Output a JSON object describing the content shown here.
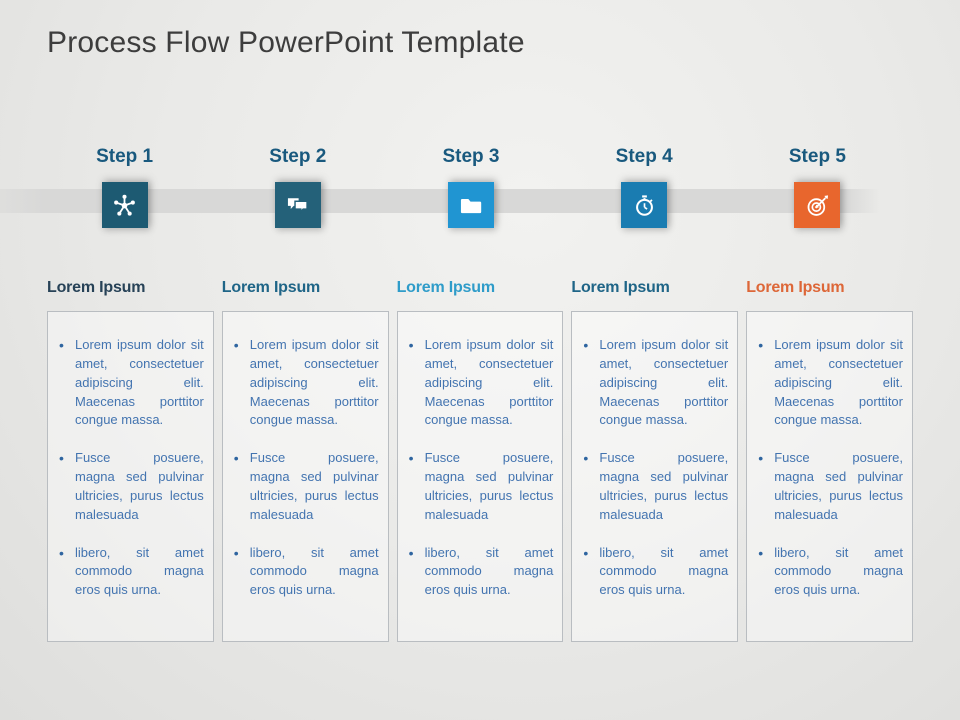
{
  "title": "Process Flow PowerPoint Template",
  "steps": [
    {
      "label": "Step 1",
      "icon": "network-hub-icon",
      "box_color": "#1d5a72"
    },
    {
      "label": "Step 2",
      "icon": "chat-bubbles-icon",
      "box_color": "#246179"
    },
    {
      "label": "Step 3",
      "icon": "folder-icon",
      "box_color": "#2095d2"
    },
    {
      "label": "Step 4",
      "icon": "stopwatch-icon",
      "box_color": "#1a7cb1"
    },
    {
      "label": "Step 5",
      "icon": "target-arrow-icon",
      "box_color": "#e8662d"
    }
  ],
  "step_label_color": "#19597e",
  "timeline_band_color": "#d8d8d7",
  "body_text_color": "#4374b0",
  "columns": [
    {
      "heading": "Lorem Ipsum",
      "heading_color": "#274257",
      "bullets": [
        "Lorem ipsum dolor sit amet, consectetuer adipiscing elit. Maecenas porttitor congue massa.",
        "Fusce posuere, magna sed pulvinar ultricies, purus lectus malesuada",
        "libero, sit amet commodo  magna eros quis urna."
      ]
    },
    {
      "heading": "Lorem Ipsum",
      "heading_color": "#1f6587",
      "bullets": [
        "Lorem ipsum dolor sit amet, consectetuer adipiscing elit. Maecenas porttitor congue massa.",
        "Fusce posuere, magna sed pulvinar ultricies, purus lectus malesuada",
        "libero, sit amet commodo  magna eros quis urna."
      ]
    },
    {
      "heading": "Lorem Ipsum",
      "heading_color": "#2f9cc9",
      "bullets": [
        "Lorem ipsum dolor sit amet, consectetuer adipiscing elit. Maecenas porttitor congue massa.",
        "Fusce posuere, magna sed pulvinar ultricies, purus lectus malesuada",
        "libero, sit amet commodo  magna eros quis urna."
      ]
    },
    {
      "heading": "Lorem Ipsum",
      "heading_color": "#1f6587",
      "bullets": [
        "Lorem ipsum dolor sit amet, consectetuer adipiscing elit. Maecenas porttitor congue massa.",
        "Fusce posuere, magna sed pulvinar ultricies, purus lectus malesuada",
        "libero, sit amet commodo  magna eros quis urna."
      ]
    },
    {
      "heading": "Lorem Ipsum",
      "heading_color": "#dd6738",
      "bullets": [
        "Lorem ipsum dolor sit amet, consectetuer adipiscing elit. Maecenas porttitor congue massa.",
        "Fusce posuere, magna sed pulvinar ultricies, purus lectus malesuada",
        "libero, sit amet commodo  magna eros quis urna."
      ]
    }
  ]
}
